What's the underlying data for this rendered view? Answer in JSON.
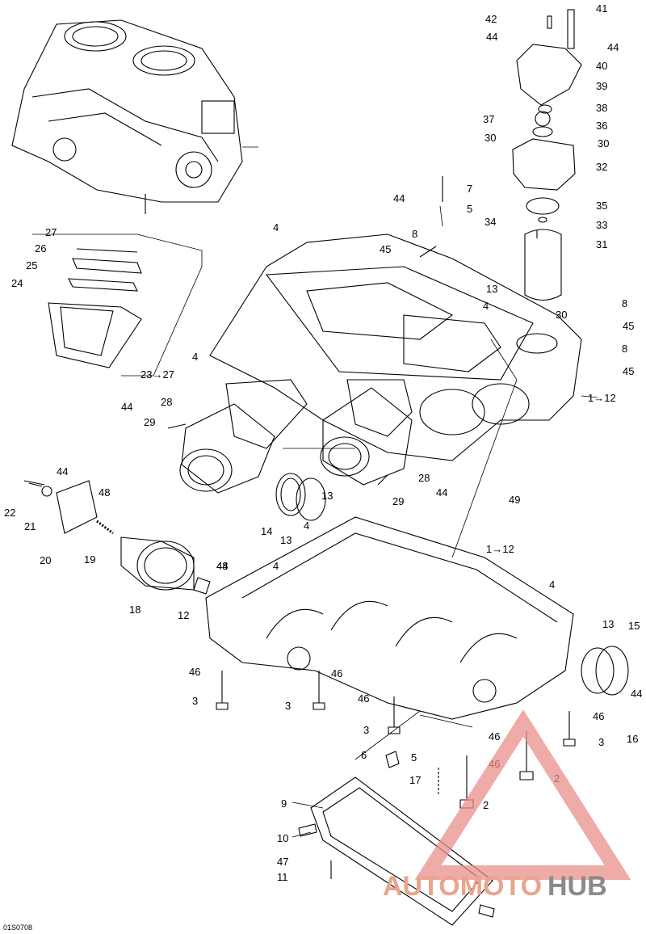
{
  "drawing_code": "01S0708",
  "watermark": {
    "part1": "AUTOMOTO",
    "part2": "HUB"
  },
  "labels": [
    "1→12",
    "1→12",
    "2",
    "2",
    "3",
    "3",
    "3",
    "3",
    "4",
    "4",
    "4",
    "4",
    "4",
    "4",
    "5",
    "5",
    "6",
    "7",
    "8",
    "8",
    "8",
    "9",
    "10",
    "11",
    "12",
    "13",
    "13",
    "13",
    "13",
    "14",
    "15",
    "16",
    "17",
    "18",
    "19",
    "20",
    "21",
    "22",
    "23→27",
    "24",
    "25",
    "26",
    "27",
    "28",
    "28",
    "29",
    "29",
    "30",
    "30",
    "30",
    "31",
    "32",
    "33",
    "34",
    "35",
    "36",
    "37",
    "38",
    "39",
    "40",
    "41",
    "42",
    "44",
    "44",
    "44",
    "44",
    "44",
    "44",
    "44",
    "44",
    "45",
    "45",
    "45",
    "46",
    "46",
    "46",
    "46",
    "46",
    "46",
    "47",
    "48",
    "48",
    "49"
  ]
}
